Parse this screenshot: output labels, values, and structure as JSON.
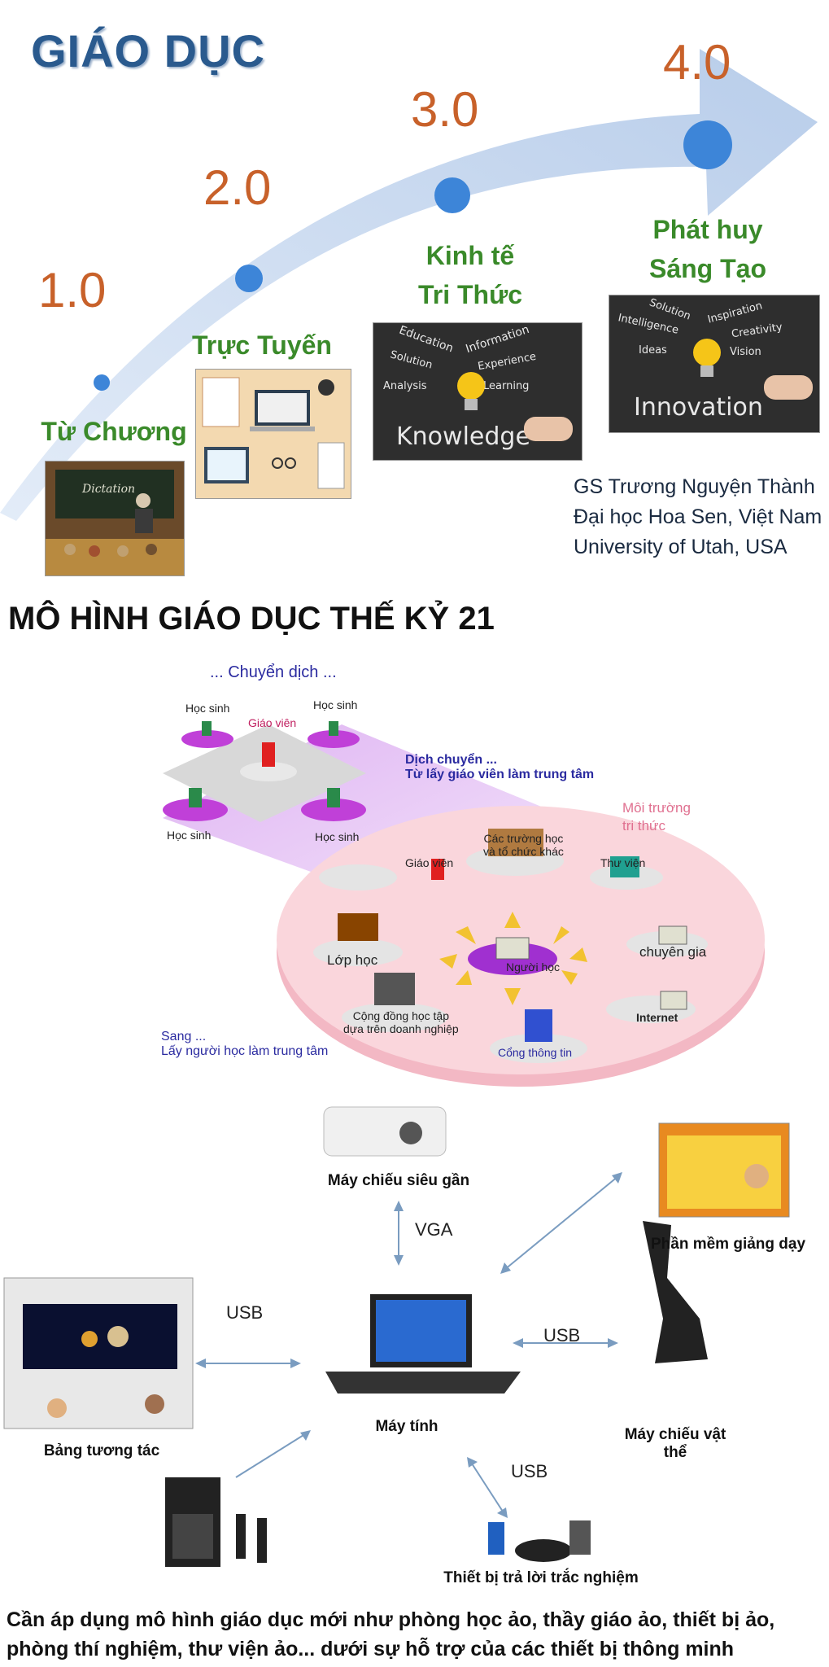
{
  "header": {
    "title": "GIÁO DỤC"
  },
  "timeline": [
    {
      "version": "1.0",
      "label_lines": [
        "Từ Chương"
      ],
      "image": "dictation-classroom"
    },
    {
      "version": "2.0",
      "label_lines": [
        "Trực Tuyến"
      ],
      "image": "online-desk"
    },
    {
      "version": "3.0",
      "label_lines": [
        "Kinh tế",
        "Tri Thức"
      ],
      "image": "knowledge-chalkboard",
      "board_words": [
        "Education",
        "Information",
        "Solution",
        "Experience",
        "Analysis",
        "Learning"
      ],
      "board_caption": "Knowledge"
    },
    {
      "version": "4.0",
      "label_lines": [
        "Phát huy",
        "Sáng Tạo"
      ],
      "image": "innovation-chalkboard",
      "board_words": [
        "Solution",
        "Inspiration",
        "Intelligence",
        "Creativity",
        "Ideas",
        "Vision"
      ],
      "board_caption": "Innovation"
    }
  ],
  "credit": {
    "lines": [
      "GS Trương Nguyện Thành",
      "Đại học Hoa Sen, Việt Nam",
      "University of Utah, USA"
    ]
  },
  "model": {
    "title": "MÔ HÌNH GIÁO DỤC THẾ KỶ 21",
    "shift_label": "... Chuyển dịch ...",
    "teacher_center": {
      "line1": "Dịch chuyển ...",
      "line2": "Từ lấy giáo viên làm trung tâm"
    },
    "learner_center": {
      "line1": "Sang ...",
      "line2": "Lấy người học làm trung tâm"
    },
    "env_label": [
      "Môi trường",
      "tri thức"
    ],
    "small_nodes": [
      "Học sinh",
      "Giáo viên",
      "Học sinh",
      "Học sinh",
      "Học sinh"
    ],
    "disc_nodes": {
      "teacher": "Giáo viên",
      "schools": [
        "Các trường học",
        "và tổ chức khác"
      ],
      "library": "Thư viện",
      "expert": "chuyên gia",
      "internet": "Internet",
      "portal": "Cổng thông tin",
      "community": [
        "Cộng đồng học tập",
        "dựa trên doanh nghiệp"
      ],
      "classroom": "Lớp học",
      "learner": "Người học"
    }
  },
  "hardware": {
    "projector": "Máy chiếu siêu gần",
    "vga": "VGA",
    "software": "Phần mềm giảng dạy",
    "board": "Bảng tương tác",
    "laptop": "Máy tính",
    "doc_camera": [
      "Máy chiếu vật",
      "thể"
    ],
    "responder": "Thiết bị trả lời trắc nghiệm",
    "usb_labels": [
      "USB",
      "USB",
      "USB"
    ]
  },
  "footer": {
    "lines": [
      "Cần áp dụng mô hình giáo dục mới như phòng học ảo, thầy giáo ảo, thiết bị ảo,",
      "phòng thí nghiệm, thư viện ảo... dưới sự hỗ trợ của các thiết bị thông minh"
    ]
  }
}
